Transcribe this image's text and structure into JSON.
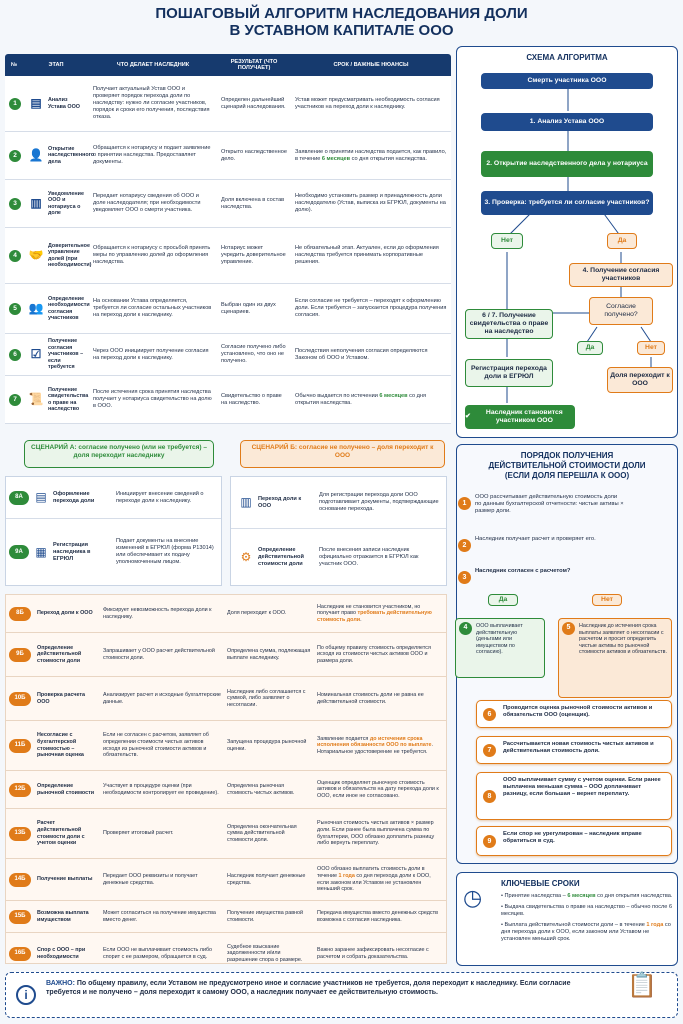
{
  "title": {
    "line1": "ПОШАГОВЫЙ АЛГОРИТМ НАСЛЕДОВАНИЯ ДОЛИ",
    "line2": "В УСТАВНОМ КАПИТАЛЕ ООО"
  },
  "table": {
    "headers": [
      "№",
      "ЭТАП",
      "ЧТО ДЕЛАЕТ НАСЛЕДНИК",
      "РЕЗУЛЬТАТ (ЧТО ПОЛУЧАЕТ)",
      "СРОК / ВАЖНЫЕ НЮАНСЫ"
    ],
    "rows": [
      {
        "n": "1",
        "stage": "Анализ Устава ООО",
        "does": "Получает актуальный Устав ООО и проверяет порядок перехода доли по наследству: нужно ли согласие участников, порядок и сроки его получения, последствия отказа.",
        "result": "Определен дальнейший сценарий наследования.",
        "term": "Устав может предусматривать необходимость согласия участников на переход доли к наследнику."
      },
      {
        "n": "2",
        "stage": "Открытие наследственного дела",
        "does": "Обращается к нотариусу и подает заявление о принятии наследства. Предоставляет документы.",
        "result": "Открыто наследственное дело.",
        "term_a": "Заявление о принятии наследства подается, как правило, в течение ",
        "term_b": "6 месяцев",
        "term_c": " со дня открытия наследства."
      },
      {
        "n": "3",
        "stage": "Уведомление ООО и нотариуса о доле",
        "does": "Передает нотариусу сведения об ООО и доле наследодателя; при необходимости уведомляет ООО о смерти участника.",
        "result": "Доля включена в состав наследства.",
        "term": "Необходимо установить размер и принадлежность доли наследодателю (Устав, выписка из ЕГРЮЛ, документы на долю)."
      },
      {
        "n": "4",
        "stage": "Доверительное управление долей (при необходимости)",
        "does": "Обращается к нотариусу с просьбой принять меры по управлению долей до оформления наследства.",
        "result": "Нотариус может учредить доверительное управление.",
        "term": "Не обязательный этап. Актуален, если до оформления наследства требуется принимать корпоративные решения."
      },
      {
        "n": "5",
        "stage": "Определение необходимости согласия участников",
        "does": "На основании Устава определяется, требуется ли согласие остальных участников на переход доли к наследнику.",
        "result": "Выбран один из двух сценариев.",
        "term": "Если согласие не требуется – переходят к оформлению доли. Если требуется – запускается процедура получения согласия."
      },
      {
        "n": "6",
        "stage": "Получение согласия участников – если требуется",
        "does": "Через ООО инициирует получение согласия на переход доли к наследнику.",
        "result": "Согласие получено либо установлено, что оно не получено.",
        "term": "Последствия неполучения согласия определяются Законом об ООО и Уставом."
      },
      {
        "n": "7",
        "stage": "Получение свидетельства о праве на наследство",
        "does": "После истечения срока принятия наследства получает у нотариуса свидетельство на долю в ООО.",
        "result": "Свидетельство о праве на наследство.",
        "term_a": "Обычно выдается по истечении ",
        "term_b": "6 месяцев",
        "term_c": " со дня открытия наследства."
      }
    ]
  },
  "scenario_a": {
    "title": "СЦЕНАРИЙ А: согласие получено (или не требуется) – доля переходит наследнику",
    "rows": [
      {
        "n": "8А",
        "stage": "Оформление перехода доли",
        "does": "Инициирует внесение сведений о переходе доли к наследнику."
      },
      {
        "n": "9А",
        "stage": "Регистрация наследника в ЕГРЮЛ",
        "does": "Подает документы на внесение изменений в ЕГРЮЛ (форма Р13014) или обеспечивает их подачу уполномоченным лицом."
      }
    ]
  },
  "scenario_b": {
    "title": "СЦЕНАРИЙ Б: согласие не получено – доля переходит к ООО",
    "rows": [
      {
        "stage": "Переход доли к ООО",
        "desc": "Для регистрации перехода доли ООО подготавливает документы, подтверждающие основание перехода."
      },
      {
        "stage": "Определение действительной стоимости доли",
        "desc": "После внесения записи наследник официально отражается в ЕГРЮЛ как участник ООО."
      }
    ]
  },
  "b_table": [
    {
      "n": "8Б",
      "stage": "Переход доли к ООО",
      "does": "Фиксирует невозможность перехода доли к наследнику.",
      "result": "Доля переходит к ООО.",
      "term_a": "Наследник не становится участником, но получает право ",
      "term_b": "требовать действительную стоимость доли",
      "term_c": "."
    },
    {
      "n": "9Б",
      "stage": "Определение действительной стоимости доли",
      "does": "Запрашивает у ООО расчет действительной стоимости доли.",
      "result": "Определена сумма, подлежащая выплате наследнику.",
      "term": "По общему правилу стоимость определяется исходя из стоимости чистых активов ООО и размера доли."
    },
    {
      "n": "10Б",
      "stage": "Проверка расчета ООО",
      "does": "Анализирует расчет и исходные бухгалтерские данные.",
      "result": "Наследник либо соглашается с суммой, либо заявляет о несогласии.",
      "term": "Номинальная стоимость доли не равна ее действительной стоимости."
    },
    {
      "n": "11Б",
      "stage": "Несогласие с бухгалтерской стоимостью – рыночная оценка",
      "does": "Если не согласен с расчетом, заявляет об определении стоимости чистых активов исходя из рыночной стоимости активов и обязательств.",
      "result": "Запущена процедура рыночной оценки.",
      "term_a": "Заявление подается ",
      "term_b": "до истечения срока исполнения обязанности ООО по выплате",
      "term_c": ". Нотариальное удостоверение не требуется."
    },
    {
      "n": "12Б",
      "stage": "Определение рыночной стоимости",
      "does": "Участвует в процедуре оценки (при необходимости контролирует ее проведение).",
      "result": "Определена рыночная стоимость чистых активов.",
      "term": "Оценщик определяет рыночную стоимость активов и обязательств на дату перехода доли к ООО, если иное не согласовано."
    },
    {
      "n": "13Б",
      "stage": "Расчет действительной стоимости доли с учетом оценки",
      "does": "Проверяет итоговый расчет.",
      "result": "Определена окончательная сумма действительной стоимости доли.",
      "term": "Рыночная стоимость чистых активов × размер доли. Если ранее была выплачена сумма по бухгалтерии, ООО обязано доплатить разницу либо вернуть переплату."
    },
    {
      "n": "14Б",
      "stage": "Получение выплаты",
      "does": "Передает ООО реквизиты и получает денежные средства.",
      "result": "Наследник получает денежные средства.",
      "term_a": "ООО обязано выплатить стоимость доли в течение ",
      "term_b": "1 года",
      "term_c": " со дня перехода доли к ООО, если законом или Уставом не установлен меньший срок."
    },
    {
      "n": "15Б",
      "stage": "Возможна выплата имуществом",
      "does": "Может согласиться на получение имущества вместо денег.",
      "result": "Получение имущества равной стоимости.",
      "term": "Передача имущества вместо денежных средств возможна с согласия наследника."
    },
    {
      "n": "16Б",
      "stage": "Спор с ООО – при необходимости",
      "does": "Если ООО не выплачивает стоимость либо спорит с ее размером, обращается в суд.",
      "result": "Судебное взыскание задолженности и/или разрешение спора о размере.",
      "term": "Важно заранее зафиксировать несогласие с расчетом и собрать доказательства."
    }
  ],
  "scheme": {
    "title": "СХЕМА АЛГОРИТМА",
    "death": "Смерть участника ООО",
    "s1": "1. Анализ Устава ООО",
    "s2": "2. Открытие наследственного дела у нотариуса",
    "s3": "3. Проверка: требуется ли согласие участников?",
    "no": "Нет",
    "yes": "Да",
    "s4": "4. Получение согласия участников",
    "q": "Согласие получено?",
    "s67": "6 / 7. Получение свидетельства о праве на наследство",
    "yes2": "Да",
    "no2": "Нет",
    "reg": "Регистрация перехода доли в ЕГРЮЛ",
    "transfer": "Доля переходит к ООО",
    "final": "Наследник становится участником ООО"
  },
  "value": {
    "title1": "ПОРЯДОК ПОЛУЧЕНИЯ",
    "title2": "ДЕЙСТВИТЕЛЬНОЙ СТОИМОСТИ ДОЛИ",
    "title3": "(ЕСЛИ ДОЛЯ ПЕРЕШЛА К ООО)",
    "s1": "ООО рассчитывает действительную стоимость доли по данным бухгалтерской отчетности: чистые активы × размер доли.",
    "s2": "Наследник получает расчет и проверяет его.",
    "s3": "Наследник согласен с расчетом?",
    "yes": "Да",
    "no": "Нет",
    "s4": "ООО выплачивает действительную (деньгами или имуществом по согласию).",
    "s5": "Наследник до истечения срока выплаты заявляет о несогласии с расчетом и просит определить чистые активы по рыночной стоимости активов и обязательств.",
    "s6": "Проводится оценка рыночной стоимости активов и обязательств ООО (оценщик).",
    "s7": "Рассчитывается новая стоимость чистых активов и действительная стоимость доли.",
    "s8": "ООО выплачивает сумму с учетом оценки. Если ранее выплачена меньшая сумма – ООО доплачивает разницу, если большая – вернет переплату.",
    "s9": "Если спор не урегулирован – наследник вправе обратиться в суд."
  },
  "terms": {
    "title": "КЛЮЧЕВЫЕ СРОКИ",
    "t1a": "Принятие наследства – ",
    "t1b": "6 месяцев",
    "t1c": " со дня открытия наследства.",
    "t2": "Выдача свидетельства о праве на наследство – обычно после 6 месяцев.",
    "t3a": "Выплата действительной стоимости доли – в течение ",
    "t3b": "1 года",
    "t3c": " со дня перехода доли к ООО, если законом или Уставом не установлен меньший срок."
  },
  "important": {
    "label": "ВАЖНО:",
    "text": "По общему правилу, если Уставом не предусмотрено иное и согласие участников не требуется, доля переходит к наследнику. Если согласие требуется и не получено – доля переходит к самому ООО, а наследник получает ее действительную стоимость."
  },
  "colors": {
    "navy": "#163a6e",
    "green": "#2e8b3a",
    "orange": "#e07b19"
  }
}
